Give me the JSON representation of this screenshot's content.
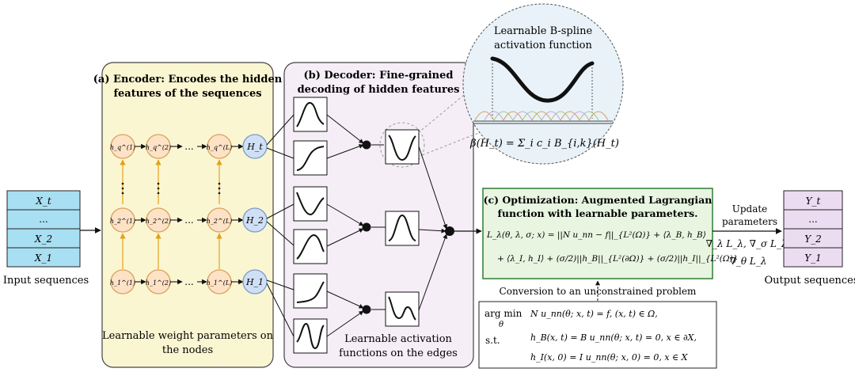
{
  "input": {
    "cells": [
      "X_t",
      "...",
      "X_2",
      "X_1"
    ],
    "label": "Input sequences"
  },
  "encoder": {
    "title_line1": "(a) Encoder: Encodes the hidden",
    "title_line2": "features of the sequences",
    "footer_line1": "Learnable weight parameters on",
    "footer_line2": "the nodes",
    "rows": [
      {
        "nodes": [
          "h_q^(1)",
          "h_q^(2)",
          "h_q^(L)"
        ],
        "output": "H_t"
      },
      {
        "nodes": [
          "h_2^(1)",
          "h_2^(2)",
          "h_2^(L)"
        ],
        "output": "H_2"
      },
      {
        "nodes": [
          "h_1^(1)",
          "h_1^(2)",
          "h_1^(L)"
        ],
        "output": "H_1"
      }
    ],
    "ellipsis": "..."
  },
  "decoder": {
    "title_line1": "(b) Decoder: Fine-grained",
    "title_line2": "decoding of hidden features",
    "footer_line1": "Learnable activation",
    "footer_line2": "functions on the edges"
  },
  "bspline": {
    "title_line1": "Learnable B-spline",
    "title_line2": "activation function",
    "formula": "β(H_t) = Σ_i c_i B_{i,k}(H_t)"
  },
  "optimization": {
    "title_line1": "(c) Optimization: Augmented Lagrangian",
    "title_line2": "function with learnable parameters.",
    "eq_line1": "L_λ(θ, λ, σ; x) = ||N u_nn − f||_{L²(Ω)} + ⟨λ_B, h_B⟩",
    "eq_line2": "+ ⟨λ_I, h_I⟩ + (σ/2)||h_B||_{L²(∂Ω)} + (σ/2)||h_I||_{L²(Ω)}"
  },
  "conversion_label": "Conversion to an unconstrained problem",
  "constraints": {
    "argmin": "arg min",
    "theta": "θ",
    "st": "s.t.",
    "line1": "N u_nn(θ; x, t) = f,  (x, t) ∈ Ω,",
    "line2": "h_B(x, t) = B u_nn(θ; x, t) = 0,  x ∈ ∂X,",
    "line3": "h_I(x, 0) = I u_nn(θ; x, 0) = 0, x ∈ X"
  },
  "update": {
    "label_line1": "Update",
    "label_line2": "parameters",
    "grad_line1": "∇_λ L_λ, ∇_σ L_λ,",
    "grad_line2": "∇_θ L_λ"
  },
  "output": {
    "cells": [
      "Y_t",
      "...",
      "Y_2",
      "Y_1"
    ],
    "label": "Output sequences"
  },
  "colors": {
    "seq_fill": "#a9dff2",
    "out_fill": "#ecdcf1",
    "encoder_bg": "#fbf6d2",
    "decoder_bg": "#f6eef7",
    "node_fill": "#fde2c6",
    "node_stroke": "#d9a25c",
    "H_fill": "#cfe0f6",
    "opt_bg": "#e8f5e1",
    "opt_border": "#2f7d32",
    "bubble_bg": "#e9f2f8",
    "arrow_orange": "#e2a21b"
  }
}
